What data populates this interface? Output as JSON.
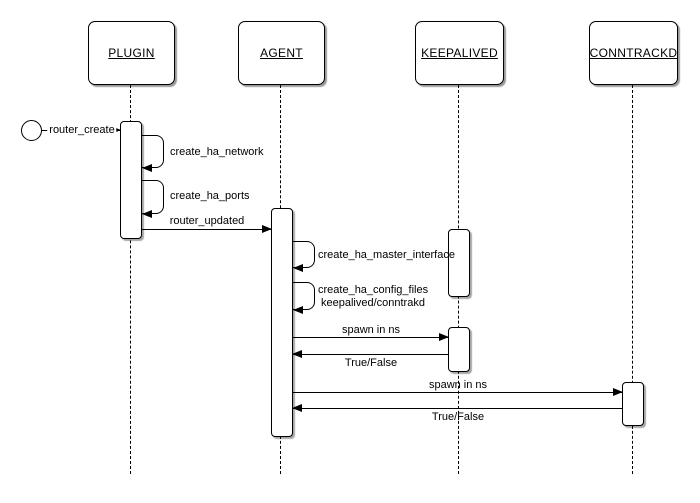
{
  "diagram": {
    "type": "uml-sequence-diagram",
    "background_color": "#ffffff",
    "stroke_color": "#000000"
  },
  "actors": [
    {
      "label": "PLUGIN"
    },
    {
      "label": "AGENT"
    },
    {
      "label": "KEEPALIVED"
    },
    {
      "label": "CONNTRACKD"
    }
  ],
  "start_event": {
    "label": "router_create"
  },
  "self_calls": [
    {
      "actor": "PLUGIN",
      "label": "create_ha_network"
    },
    {
      "actor": "PLUGIN",
      "label": "create_ha_ports"
    },
    {
      "actor": "AGENT",
      "label": "create_ha_master_interface"
    },
    {
      "actor": "AGENT",
      "label_line1": "create_ha_config_files",
      "label_line2": "keepalived/conntrakd"
    }
  ],
  "messages": [
    {
      "from": "PLUGIN",
      "to": "AGENT",
      "label": "router_updated"
    },
    {
      "from": "AGENT",
      "to": "KEEPALIVED",
      "label": "spawn in ns"
    },
    {
      "from": "KEEPALIVED",
      "to": "AGENT",
      "label": "True/False"
    },
    {
      "from": "AGENT",
      "to": "CONNTRACKD",
      "label": "spawn in ns"
    },
    {
      "from": "CONNTRACKD",
      "to": "AGENT",
      "label": "True/False"
    }
  ]
}
